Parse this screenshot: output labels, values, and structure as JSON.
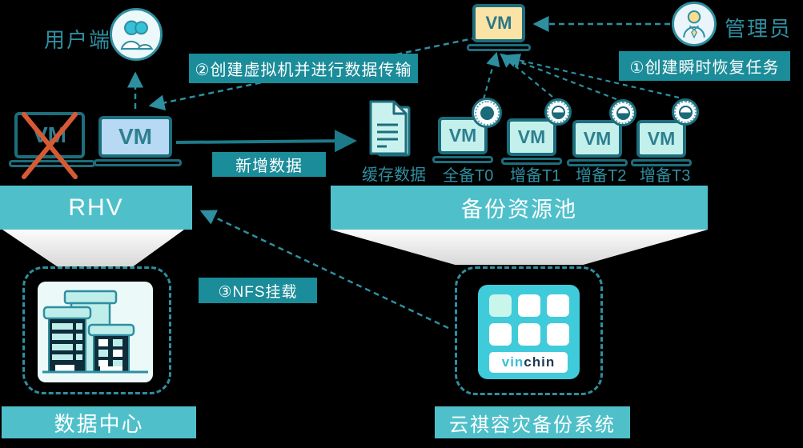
{
  "diagram": {
    "user_client_label": "用户端",
    "admin_label": "管理员",
    "vm_label": "VM",
    "failed_vm_label": "VM",
    "source_vm_label": "VM",
    "recovery_vm_label": "VM",
    "step1_label": "①创建瞬时恢复任务",
    "step2_label": "②创建虚拟机并进行数据传输",
    "step3_label": "③NFS挂载",
    "new_data_label": "新增数据",
    "cache_data_label": "缓存数据",
    "rhv_label": "RHV",
    "pool_label": "备份资源池",
    "datacenter_label": "数据中心",
    "vinchin_system_label": "云祺容灾备份系统",
    "vinchin_logo": {
      "vin": "vin",
      "chin": "chin"
    },
    "backup_vms": [
      {
        "vm": "VM",
        "label": "全备T0",
        "badge": "full"
      },
      {
        "vm": "VM",
        "label": "增备T1",
        "badge": "half"
      },
      {
        "vm": "VM",
        "label": "增备T2",
        "badge": "half"
      },
      {
        "vm": "VM",
        "label": "增备T3",
        "badge": "half"
      }
    ],
    "icons": [
      "users-icon",
      "admin-person-icon",
      "document-cache-icon",
      "clock-full-backup-icon",
      "clock-incremental-backup-icon",
      "datacenter-buildings-icon",
      "vinchin-appliance-icon",
      "failed-vm-cross-icon"
    ],
    "colors": {
      "background": "#000000",
      "banner_teal": "#4fc0ca",
      "step_banner_teal": "#1b8c99",
      "outline_teal": "#1d6e7d",
      "text_teal": "#2e8fa0",
      "screen_blue": "#b8d9f3",
      "screen_yellow": "#fbe3a6",
      "screen_mint": "#c4f0ec",
      "cross_red": "#d85a35",
      "vinchin_teal": "#3fcbda",
      "funnel_gray": "#d8d8d8"
    }
  }
}
